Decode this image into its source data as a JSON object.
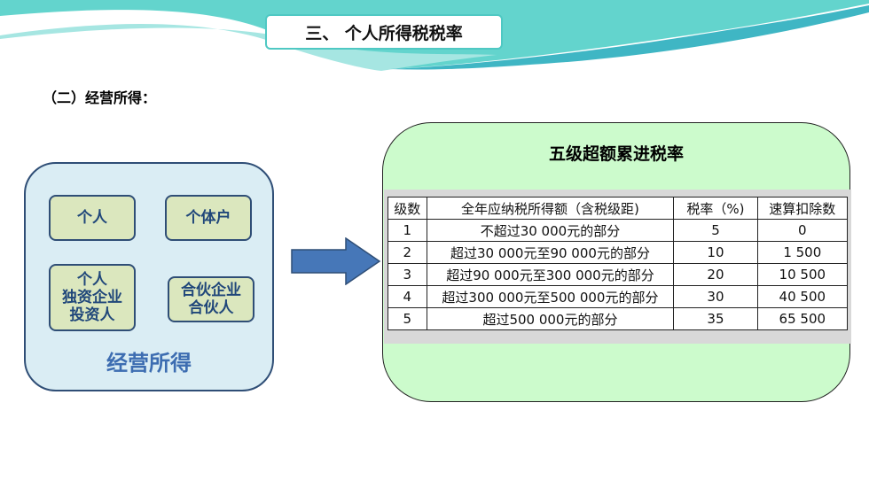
{
  "header": {
    "title": "三、 个人所得税税率"
  },
  "subtitle": "（二）经营所得：",
  "left_panel": {
    "chips": [
      {
        "lines": [
          "个人"
        ]
      },
      {
        "lines": [
          "个体户"
        ]
      },
      {
        "lines": [
          "个人",
          "独资企业",
          "投资人"
        ]
      },
      {
        "lines": [
          "合伙企业",
          "合伙人"
        ]
      }
    ],
    "caption": "经营所得"
  },
  "right_panel": {
    "title": "五级超额累进税率",
    "table": {
      "headers": [
        "级数",
        "全年应纳税所得额（含税级距)",
        "税率（%)",
        "速算扣除数"
      ],
      "rows": [
        [
          "1",
          "不超过30 000元的部分",
          "5",
          "0"
        ],
        [
          "2",
          "超过30 000元至90 000元的部分",
          "10",
          "1 500"
        ],
        [
          "3",
          "超过90 000元至300 000元的部分",
          "20",
          "10 500"
        ],
        [
          "4",
          "超过300 000元至500 000元的部分",
          "30",
          "40 500"
        ],
        [
          "5",
          "超过500 000元的部分",
          "35",
          "65 500"
        ]
      ]
    }
  },
  "colors": {
    "wave_teal": "#5fd3cc",
    "panel_blue": "#daedf4",
    "chip_green": "#dbe7be",
    "panel_green": "#ccfbcc",
    "arrow_blue": "#4677b8"
  }
}
